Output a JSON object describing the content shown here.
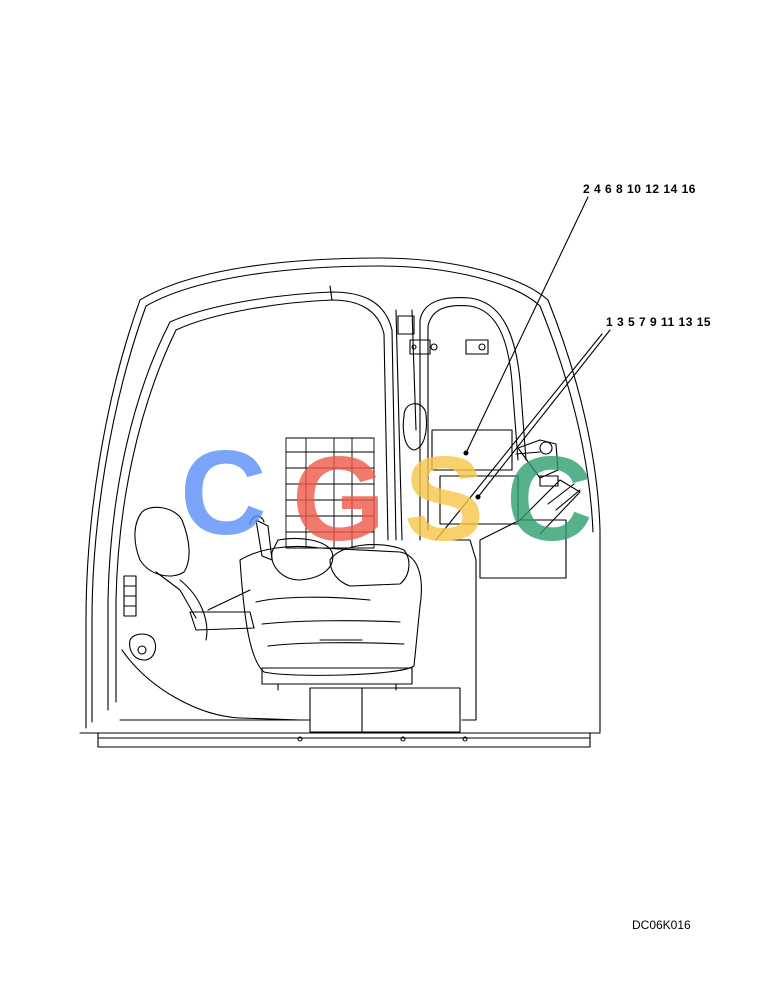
{
  "callouts": {
    "upper": "2 4 6  8 10 12 14 16",
    "lower": "1 3 5 7 9 11 13 15"
  },
  "drawing_code": "DC06K016",
  "watermark": {
    "letters": [
      "C",
      "G",
      "S",
      "C"
    ],
    "colors": [
      "#5b8ff9",
      "#f0584a",
      "#f7c548",
      "#2e9e6e"
    ]
  },
  "colors": {
    "line": "#000000",
    "background": "#ffffff"
  }
}
